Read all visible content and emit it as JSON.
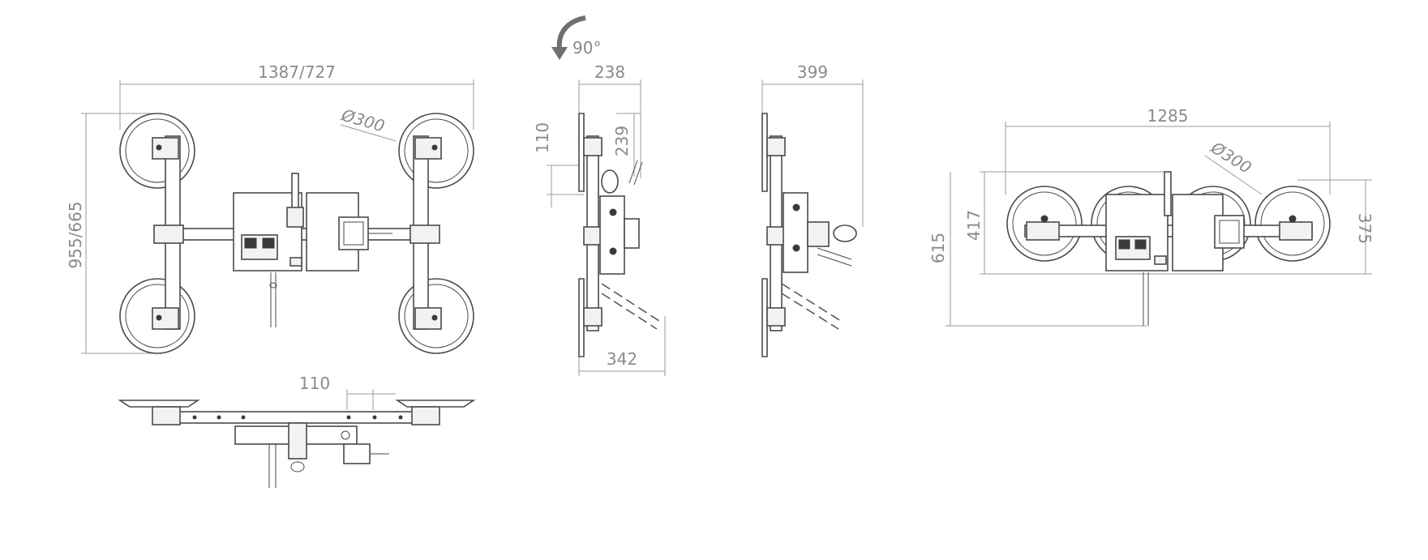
{
  "rotation_label": "90°",
  "top_view": {
    "width_dim": "1387/727",
    "height_dim": "955/665",
    "cup_diameter": "Ø300"
  },
  "front_view": {
    "spacing_dim": "110"
  },
  "side_view_a": {
    "width_dim": "238",
    "upper_dim": "110",
    "height_dim": "239",
    "bottom_dim": "342"
  },
  "side_view_b": {
    "width_dim": "399"
  },
  "inline_view": {
    "width_dim": "1285",
    "cup_diameter": "Ø300",
    "inner_height_dim": "417",
    "total_height_dim": "615",
    "right_height_dim": "375"
  },
  "colors": {
    "line": "#4a4a4a",
    "dimension": "#8a8a8a",
    "arrow": "#707070"
  }
}
